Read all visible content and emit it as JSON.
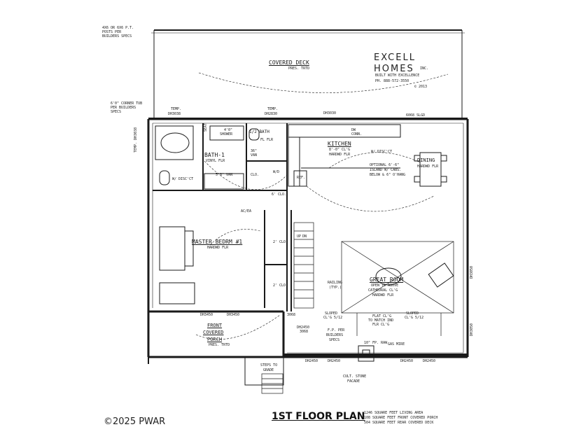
{
  "labels": {
    "posts_note": [
      "4X6 OR 6X6 P.T.",
      "POSTS PER",
      "BUILDERS SPECS"
    ],
    "covered_deck": "COVERED DECK",
    "covered_deck_sub": "PRES. TRTD",
    "builder_name_1": "EXCELL",
    "builder_name_2": "HOMES",
    "builder_inc": "INC.",
    "builder_tagline": "BUILT WITH EXCELLENCE",
    "builder_phone": "PH. 888-572-3550",
    "builder_year": "© 2013",
    "corner_tub": [
      "6'0\" CORNER TUB",
      "PER BUILDERS",
      "SPECS"
    ],
    "temp_window_1": [
      "TEMP.",
      "DH3038"
    ],
    "temp_window_2": [
      "TEMP.",
      "DH2830"
    ],
    "temp_window_left": "TEMP. DH3038",
    "window_dh3030": "DH3030",
    "slider_door": "6068 SLGD",
    "shower": [
      "4'0\"",
      "SHOWER"
    ],
    "seat": "SEAT",
    "half_bath": "1/2 BATH",
    "bath1": "BATH-1",
    "bath1_floor": "VINYL FLR",
    "disconnect_left": "W/ DISC'CT",
    "vanity_5": "5'0\" VAN",
    "vanity_36": [
      "36\"",
      "VAN"
    ],
    "half_bath_floor": "FL FLR",
    "clo": "CLO.",
    "wd": "W/D",
    "dw": [
      "DW",
      "CONN."
    ],
    "kitchen": "KITCHEN",
    "kitchen_ceiling": "8'-0\" CL'G",
    "kitchen_floor": "HARDWD FLR",
    "kitchen_disconnect": "W/ DISC'CT",
    "ref": "REF.",
    "island_note": [
      "OPTIONAL 6'-6\"",
      "ISLAND W/ CABS.",
      "BELOW & 6\" O'HANG"
    ],
    "dining": "DINING",
    "dining_floor": "HARDWD FLR",
    "six_clo": "6' CLO.",
    "ac": "AC/EA",
    "master": "MASTER BEDRM #1",
    "master_floor": "HARDWD FLR",
    "two_clo_1": "2' CLO.",
    "two_clo_2": "2' CLO.",
    "up": "UP",
    "dn": "DN",
    "railing": [
      "RAILING",
      "(TYP.)"
    ],
    "great_room": "GREAT ROOM",
    "great_room_sub": [
      "OPEN TO ABOVE",
      "CATHEDRAL CL'G",
      "HARDWD FLR"
    ],
    "sloped_left": [
      "SLOPED",
      "CL'G 5/12"
    ],
    "flat_ceiling": [
      "FLAT CL'G",
      "TO MATCH IND",
      "FLR CL'G"
    ],
    "sloped_right": [
      "SLOPED",
      "CL'G 5/12"
    ],
    "right_window_1": "DH3050",
    "right_window_2": "DH3050",
    "dh3450_1": "DH3450",
    "dh3450_2": "DH3450",
    "front_porch": [
      "FRONT",
      "COVERED",
      "PORCH"
    ],
    "front_porch_sub": "PRES. TRTD",
    "door_bottom": "3068",
    "front_door": [
      "DH2450",
      "3068"
    ],
    "fp_note": [
      "F.P. PER",
      "BUILDERS",
      "SPECS"
    ],
    "fp_hearth": "10\" FP. RAW",
    "fp_gas": "GAS MIRE",
    "dh2450_1": "DH2450",
    "dh2450_2": "DH2450",
    "dh2450_3": "DH2450",
    "dh2450_4": "DH2450",
    "steps": [
      "STEPS TO",
      "GRADE"
    ],
    "stone": [
      "CULT. STONE",
      "FACADE"
    ]
  },
  "footer": {
    "copyright": "©2025 PWAR",
    "title": "1ST FLOOR PLAN",
    "area_lines": [
      "1246 SQUARE FEET LIVING AREA",
      "108 SQUARE FEET FRONT COVERED PORCH",
      "504 SQUARE FEET REAR COVERED DECK"
    ]
  }
}
